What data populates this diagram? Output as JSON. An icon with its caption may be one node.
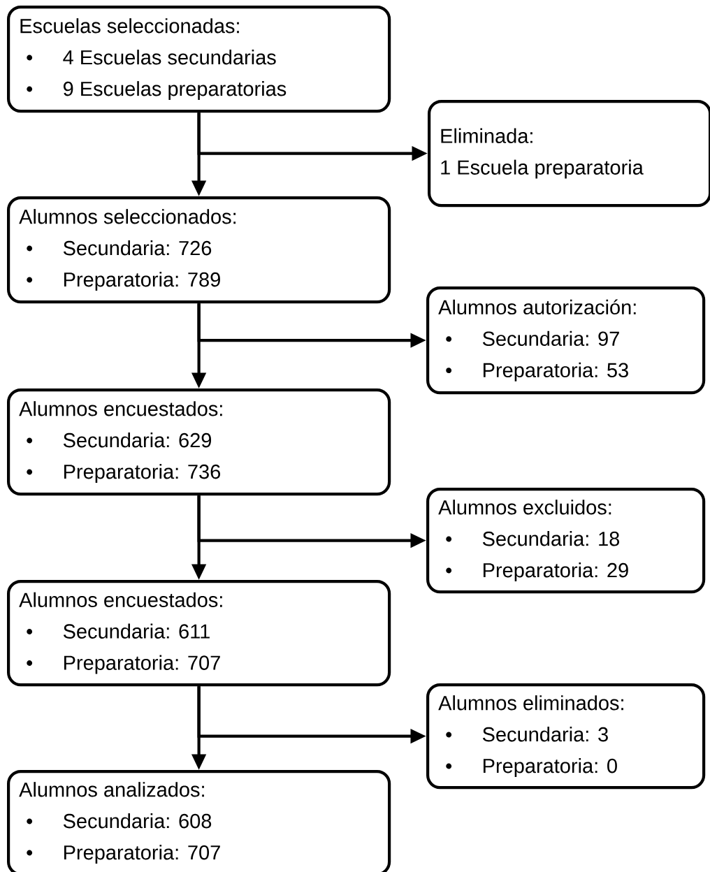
{
  "diagram": {
    "nodes": [
      {
        "text": [
          "Escuelas seleccionadas:",
          "•",
          "4  Escuelas secundarias",
          "•",
          "9  Escuelas preparatorias"
        ]
      },
      {
        "text": [
          "Eliminada:",
          "1  Escuela preparatoria"
        ]
      },
      {
        "text": [
          "Alumnos seleccionados:",
          "•",
          "Secundaria: 726",
          "•",
          "Preparatoria: 789"
        ]
      },
      {
        "text": [
          "Alumnos autorización:",
          "•",
          "Secundaria:  97",
          "•",
          "Preparatoria: 53"
        ]
      },
      {
        "text": [
          "Alumnos encuestados:",
          "•",
          "Secundaria: 629",
          "•",
          "Preparatoria: 736"
        ]
      },
      {
        "text": [
          "Alumnos excluidos:",
          "•",
          "Secundaria: 18",
          "•",
          "Preparatoria: 29"
        ]
      },
      {
        "text": [
          "Alumnos encuestados:",
          "•",
          "Secundaria: 611",
          "•",
          "Preparatoria: 707"
        ]
      },
      {
        "text": [
          "Alumnos eliminados:",
          "•",
          "Secundaria: 3",
          "•",
          "Preparatoria:  0"
        ]
      },
      {
        "text": [
          "Alumnos analizados:",
          "•",
          "Secundaria: 608",
          "•",
          "Preparatoria: 707"
        ]
      }
    ],
    "edges": [
      {
        "from": 0,
        "to": 2,
        "arrow": "to"
      },
      {
        "from": 0,
        "to": 1,
        "arrow": "to"
      },
      {
        "from": 2,
        "to": 4,
        "arrow": "to"
      },
      {
        "from": 2,
        "to": 3,
        "arrow": "to"
      },
      {
        "from": 4,
        "to": 6,
        "arrow": "to"
      },
      {
        "from": 4,
        "to": 5,
        "arrow": "to"
      },
      {
        "from": 6,
        "to": 8,
        "arrow": "to"
      },
      {
        "from": 6,
        "to": 7,
        "arrow": "to"
      }
    ]
  }
}
